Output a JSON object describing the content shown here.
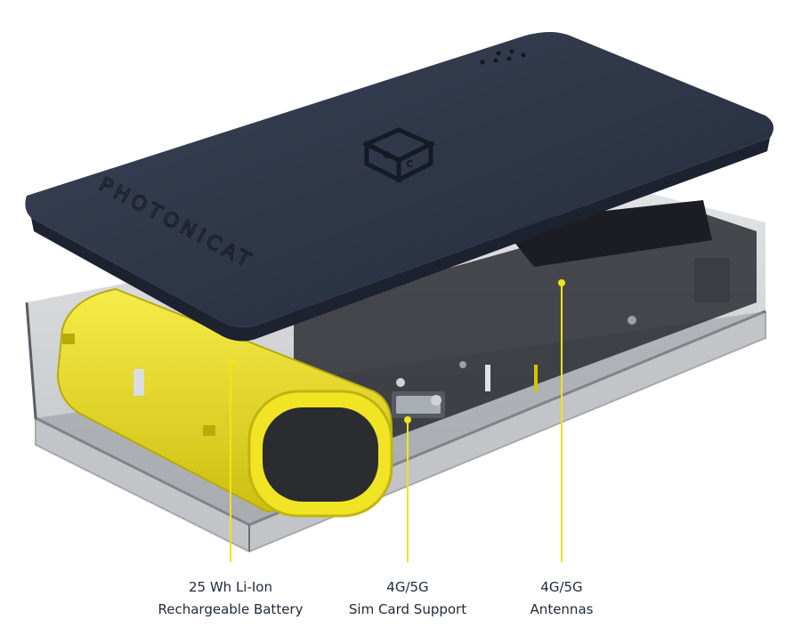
{
  "brand": {
    "logo_text": "PHOTONICAT",
    "lid_color": "#2b3445",
    "accent_color": "#f2e31c",
    "battery_color": "#efe21e"
  },
  "callouts": [
    {
      "line1": "25 Wh Li-Ion",
      "line2": "Rechargeable Battery"
    },
    {
      "line1": "4G/5G",
      "line2": "Sim Card Support"
    },
    {
      "line1": "4G/5G",
      "line2": "Antennas"
    }
  ]
}
